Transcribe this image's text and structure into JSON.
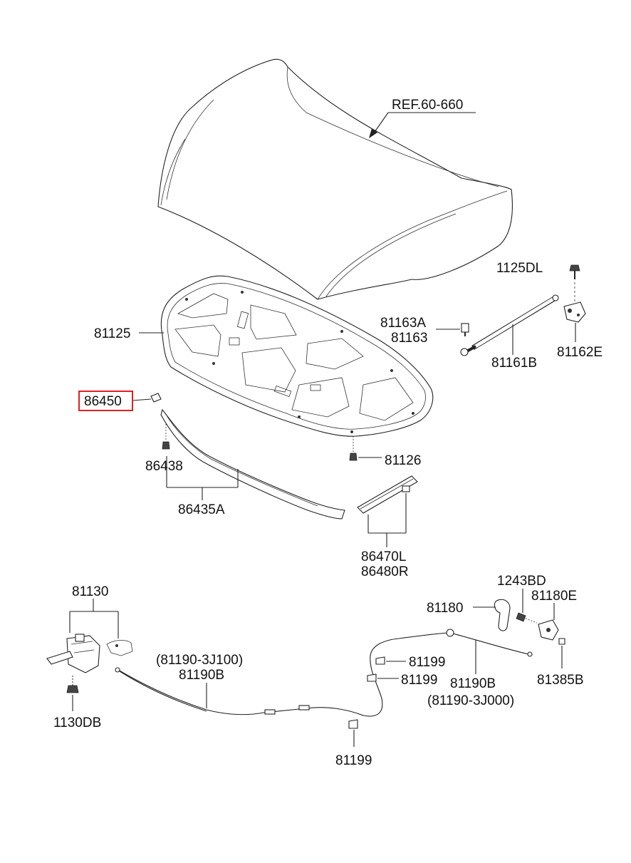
{
  "diagram": {
    "highlight_color": "#e02020",
    "labels": {
      "ref_60_660": "REF.60-660",
      "p1125DL": "1125DL",
      "p81163A": "81163A",
      "p81163": "81163",
      "p81125": "81125",
      "p81162E": "81162E",
      "p81161B": "81161B",
      "p86450": "86450",
      "p81126": "81126",
      "p86438": "86438",
      "p86435A": "86435A",
      "p86470L": "86470L",
      "p86480R": "86480R",
      "p81130": "81130",
      "p1243BD": "1243BD",
      "p81180E": "81180E",
      "p81180": "81180",
      "p81190_3J100": "(81190-3J100)",
      "p81190B_left": "81190B",
      "p81199_a": "81199",
      "p81199_b": "81199",
      "p81190B_right": "81190B",
      "p81385B": "81385B",
      "p81190_3J000": "(81190-3J000)",
      "p1130DB": "1130DB",
      "p81199_c": "81199"
    }
  }
}
